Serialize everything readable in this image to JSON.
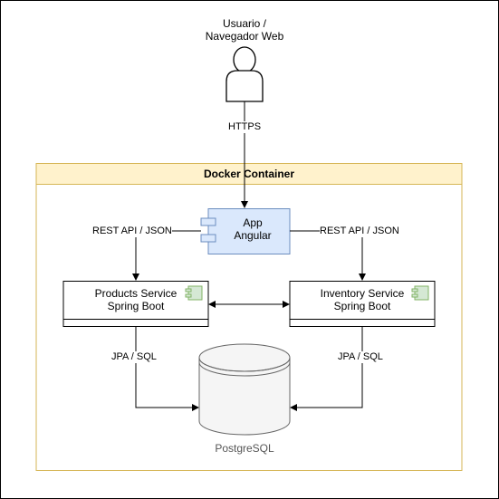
{
  "user": {
    "label_line1": "Usuario /",
    "label_line2": "Navegador Web"
  },
  "edges": {
    "https": "HTTPS",
    "rest_left": "REST API / JSON",
    "rest_right": "REST API / JSON",
    "jpa_left": "JPA / SQL",
    "jpa_right": "JPA / SQL"
  },
  "container": {
    "title": "Docker Container",
    "fill": "#fff2cc",
    "stroke": "#d6b656"
  },
  "app": {
    "line1": "App",
    "line2": "Angular",
    "fill": "#dae8fc",
    "stroke": "#6c8ebf"
  },
  "products": {
    "line1": "Products Service",
    "line2": "Spring Boot",
    "icon": "component-icon"
  },
  "inventory": {
    "line1": "Inventory Service",
    "line2": "Spring Boot",
    "icon": "component-icon"
  },
  "database": {
    "label": "PostgreSQL",
    "fill": "#f5f5f5",
    "stroke": "#666666"
  }
}
